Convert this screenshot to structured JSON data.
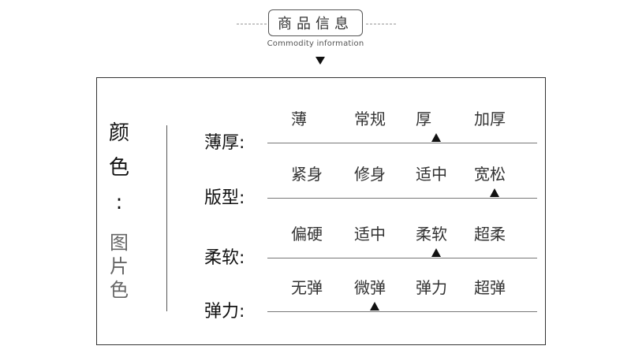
{
  "header": {
    "title": "商品信息",
    "subtitle": "Commodity information"
  },
  "color_section": {
    "label_chars": [
      "颜",
      "色",
      ":"
    ],
    "value_chars": [
      "图",
      "片",
      "色"
    ]
  },
  "attributes": [
    {
      "label": "薄厚:",
      "options": [
        "薄",
        "常规",
        "厚",
        "加厚"
      ],
      "selected": "厚"
    },
    {
      "label": "版型:",
      "options": [
        "紧身",
        "修身",
        "适中",
        "宽松"
      ],
      "selected": "宽松"
    },
    {
      "label": "柔软:",
      "options": [
        "偏硬",
        "适中",
        "柔软",
        "超柔"
      ],
      "selected": "柔软"
    },
    {
      "label": "弹力:",
      "options": [
        "无弹",
        "微弹",
        "弹力",
        "超弹"
      ],
      "selected": "微弹"
    }
  ]
}
